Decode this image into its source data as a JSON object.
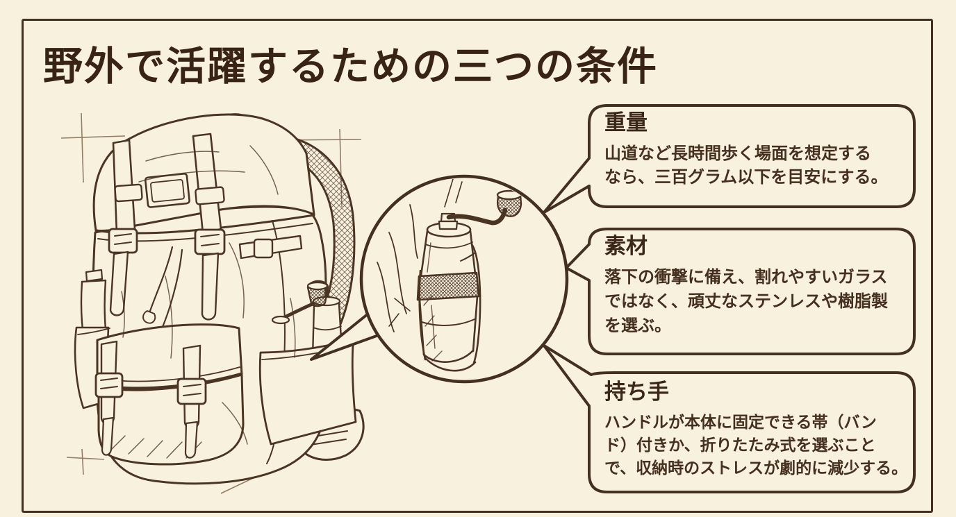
{
  "title": "野外で活躍するための三つの条件",
  "colors": {
    "background": "#f8f1de",
    "ink": "#46311f",
    "title_ink": "#392414",
    "bubble_border": "#43301e"
  },
  "illustration": {
    "main_subject": "backpack-line-art",
    "magnifier": "zoom-circle",
    "detail_subject": "hand-coffee-grinder-in-side-pocket"
  },
  "callouts": [
    {
      "heading": "重量",
      "body_lines": [
        "山道など長時間歩く場面を想定する",
        "なら、三百グラム以下を目安にする。"
      ]
    },
    {
      "heading": "素材",
      "body_lines": [
        "落下の衝撃に備え、割れやすいガラス",
        "ではなく、頑丈なステンレスや樹脂製",
        "を選ぶ。"
      ]
    },
    {
      "heading": "持ち手",
      "body_lines": [
        "ハンドルが本体に固定できる帯（バン",
        "ド）付きか、折りたたみ式を選ぶこと",
        "で、収納時のストレスが劇的に減少する。"
      ]
    }
  ]
}
